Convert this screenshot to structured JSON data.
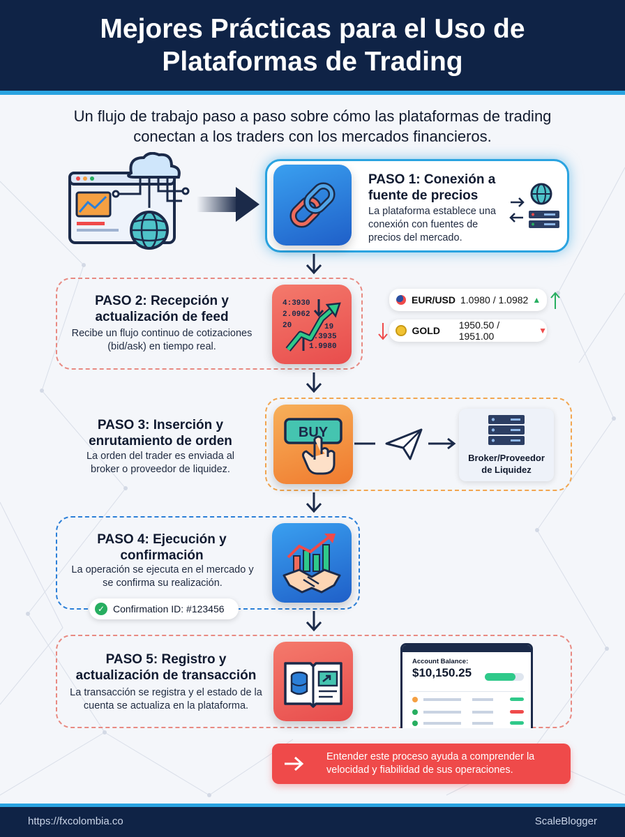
{
  "header": {
    "title": "Mejores Prácticas para el Uso de Plataformas de Trading"
  },
  "subtitle": "Un flujo de trabajo paso a paso sobre cómo las plataformas de trading conectan a los traders con los mercados financieros.",
  "steps": [
    {
      "title": "PASO 1: Conexión a fuente de precios",
      "desc": "La plataforma establece una conexión con fuentes de precios del mercado."
    },
    {
      "title": "PASO 2: Recepción y actualización de feed",
      "desc": "Recibe un flujo continuo de cotizaciones (bid/ask) en tiempo real."
    },
    {
      "title": "PASO 3: Inserción y enrutamiento de orden",
      "desc": "La orden del trader es enviada al broker o proveedor de liquidez."
    },
    {
      "title": "PASO 4: Ejecución y confirmación",
      "desc": "La operación se ejecuta en el mercado y se confirma su realización."
    },
    {
      "title": "PASO 5: Registro y actualización de transacción",
      "desc": "La transacción se registra y el estado de la cuenta se actualiza en la plataforma."
    }
  ],
  "feed_numbers": [
    "4:3930",
    "2.0962",
    "20",
    "19",
    "1.3935",
    "1.9980"
  ],
  "quotes": [
    {
      "pair": "EUR/USD",
      "price": "1.0980 / 1.0982"
    },
    {
      "pair": "GOLD",
      "price": "1950.50 / 1951.00"
    }
  ],
  "buy_button_label": "BUY",
  "broker_label": "Broker/Proveedor de Liquidez",
  "confirmation": "Confirmation ID: #123456",
  "account": {
    "label": "Account Balance:",
    "value": "$10,150.25"
  },
  "callout": "Entender este proceso ayuda a comprender la velocidad y fiabilidad de sus operaciones.",
  "footer": {
    "url": "https://fxcolombia.co",
    "brand": "ScaleBlogger"
  },
  "colors": {
    "navy": "#0f2346",
    "accent": "#2aa3e0",
    "red": "#ef4a4a",
    "orange": "#f5a042",
    "blue": "#2b7fd8",
    "green": "#27ae60"
  }
}
